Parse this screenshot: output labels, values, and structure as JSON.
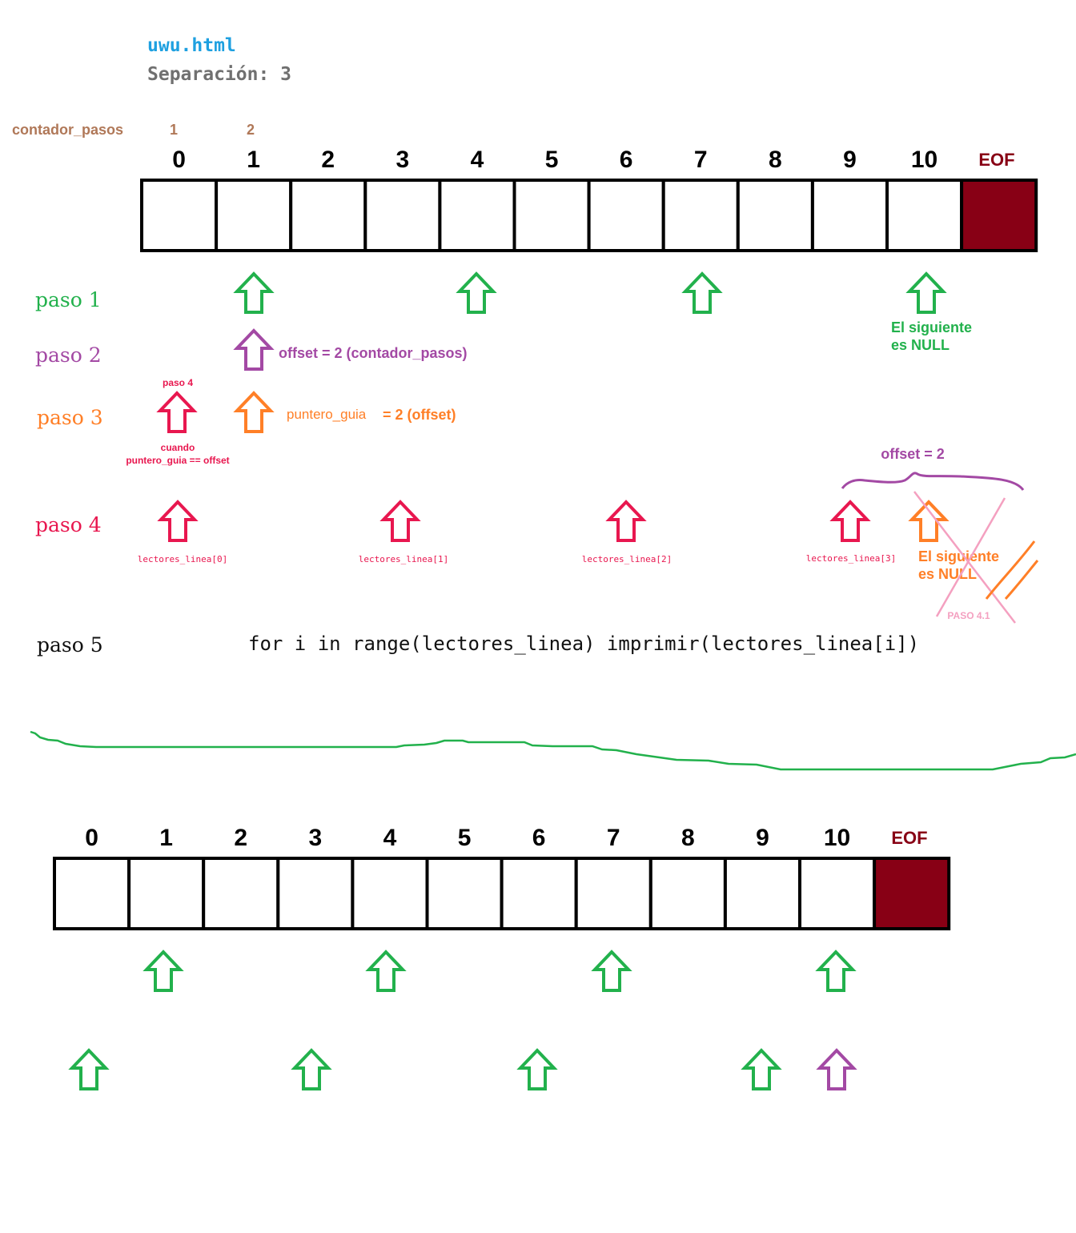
{
  "header": {
    "filename": "uwu.html",
    "separation": "Separación: 3"
  },
  "counter": {
    "label": "contador_pasos",
    "values": [
      "1",
      "2"
    ]
  },
  "array": {
    "indices": [
      "0",
      "1",
      "2",
      "3",
      "4",
      "5",
      "6",
      "7",
      "8",
      "9",
      "10"
    ],
    "eof_label": "EOF"
  },
  "steps": {
    "paso1": "paso 1",
    "paso2": "paso 2",
    "paso3": "paso 3",
    "paso4": "paso 4",
    "paso5": "paso 5"
  },
  "annotations": {
    "next_null_line1": "El siguiente",
    "next_null_line2": "es NULL",
    "offset_eq": "offset = 2  (contador_pasos)",
    "paso4_small": "paso 4",
    "cuando": "cuando",
    "cuando_cond": "puntero_guia == offset",
    "puntero_guia": "puntero_guia",
    "puntero_eq": "=  2  (offset)",
    "offset_brace": "offset = 2",
    "lectores": [
      "lectores_linea[0]",
      "lectores_linea[1]",
      "lectores_linea[2]",
      "lectores_linea[3]"
    ],
    "paso41": "PASO 4.1",
    "for_loop": "for i in range(lectores_linea) imprimir(lectores_linea[i])"
  },
  "colors": {
    "filename": "#1ea0e0",
    "gray": "#707070",
    "counter": "#b07858",
    "green": "#22b14c",
    "purple": "#a349a4",
    "orange": "#ff7f27",
    "red": "#e8174f",
    "eof_fill": "#880015",
    "eof_text": "#880015",
    "pink": "#f4a0c0"
  }
}
